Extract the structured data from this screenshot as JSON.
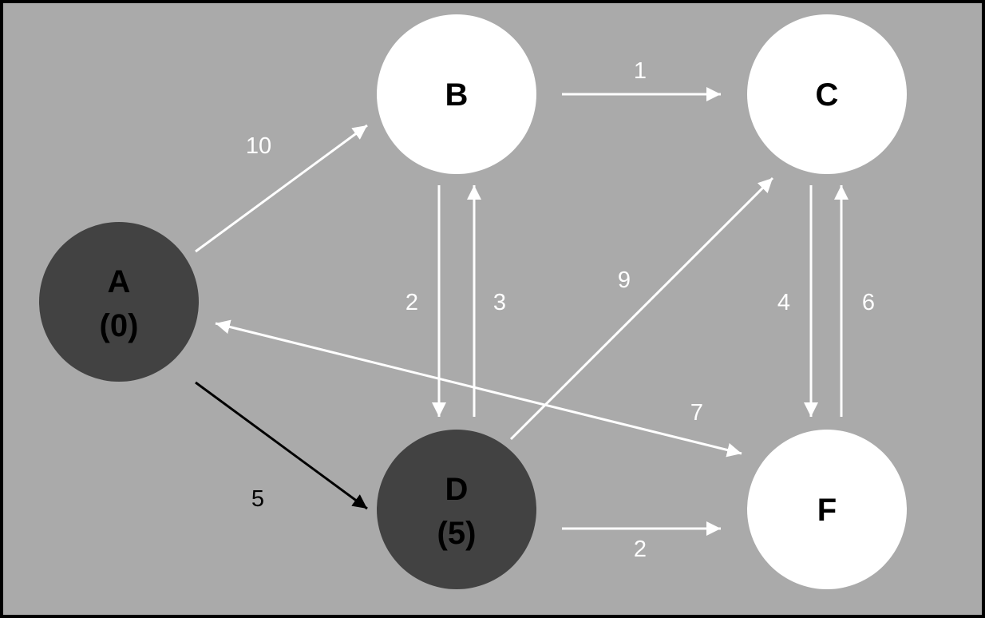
{
  "colors": {
    "background": "#aaaaaa",
    "frame": "#000000",
    "visited_fill": "#424242",
    "unvisited_fill": "#ffffff",
    "edge_default": "#ffffff",
    "edge_highlight": "#000000"
  },
  "nodes": [
    {
      "id": "A",
      "name": "A",
      "dist": "(0)",
      "visited": true
    },
    {
      "id": "B",
      "name": "B",
      "dist": "",
      "visited": false
    },
    {
      "id": "C",
      "name": "C",
      "dist": "",
      "visited": false
    },
    {
      "id": "D",
      "name": "D",
      "dist": "(5)",
      "visited": true
    },
    {
      "id": "F",
      "name": "F",
      "dist": "",
      "visited": false
    }
  ],
  "edges": [
    {
      "from": "A",
      "to": "B",
      "weight": "10",
      "highlight": false
    },
    {
      "from": "A",
      "to": "D",
      "weight": "5",
      "highlight": true
    },
    {
      "from": "B",
      "to": "C",
      "weight": "1",
      "highlight": false
    },
    {
      "from": "B",
      "to": "D",
      "weight": "2",
      "highlight": false
    },
    {
      "from": "D",
      "to": "B",
      "weight": "3",
      "highlight": false
    },
    {
      "from": "D",
      "to": "C",
      "weight": "9",
      "highlight": false
    },
    {
      "from": "C",
      "to": "F",
      "weight": "4",
      "highlight": false
    },
    {
      "from": "F",
      "to": "C",
      "weight": "6",
      "highlight": false
    },
    {
      "from": "A",
      "to": "F",
      "weight": "7",
      "highlight": false,
      "bidirectional": true
    },
    {
      "from": "D",
      "to": "F",
      "weight": "2",
      "highlight": false
    }
  ]
}
